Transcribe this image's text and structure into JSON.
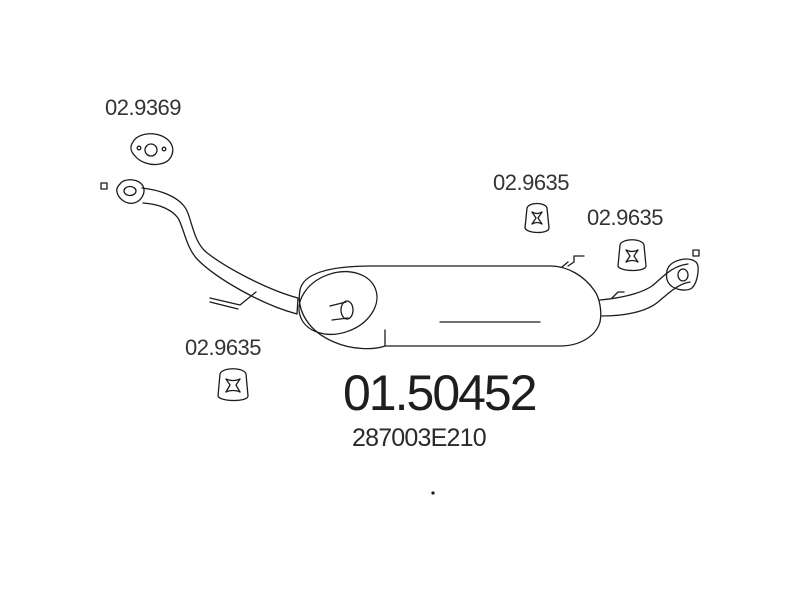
{
  "diagram": {
    "part_number": "01.50452",
    "oem_number": "287003E210",
    "components": [
      {
        "id": "gasket-front",
        "code": "02.9369"
      },
      {
        "id": "hanger-top",
        "code": "02.9635"
      },
      {
        "id": "hanger-right",
        "code": "02.9635"
      },
      {
        "id": "hanger-bottom-left",
        "code": "02.9635"
      }
    ]
  },
  "colors": {
    "line": "#1c1c1c",
    "text": "#333333",
    "background": "#ffffff"
  }
}
